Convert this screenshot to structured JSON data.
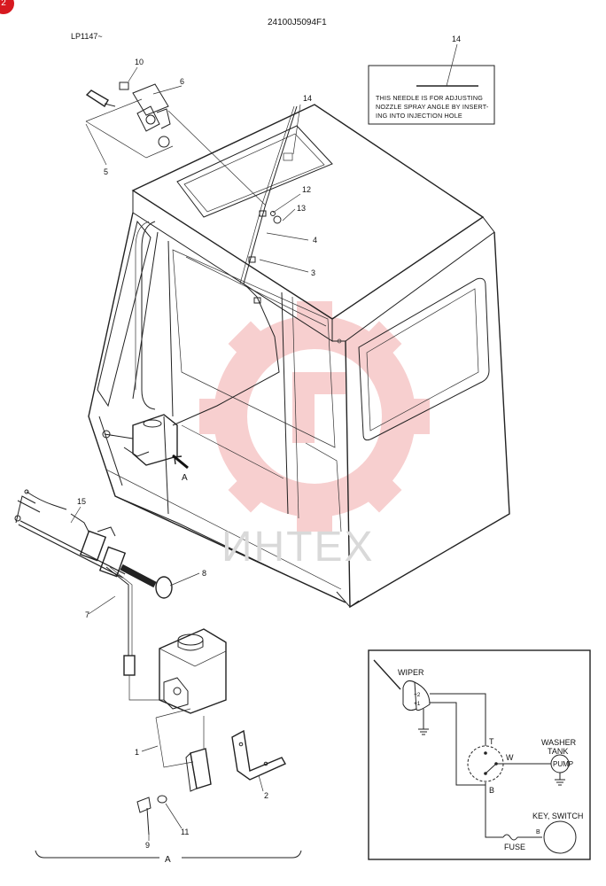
{
  "header": {
    "drawing_number": "24100J5094F1",
    "serial_range": "LP1147~"
  },
  "badge": "2",
  "watermark": "ИНТЕХ",
  "note_box": {
    "lines": [
      "THIS NEEDLE IS FOR ADJUSTING",
      "NOZZLE SPRAY ANGLE BY INSERT-",
      "ING INTO INJECTION HOLE"
    ]
  },
  "callouts": {
    "c1": "1",
    "c2": "2",
    "c3": "3",
    "c4": "4",
    "c5": "5",
    "c6": "6",
    "c7": "7",
    "c8": "8",
    "c9": "9",
    "c10": "10",
    "c11": "11",
    "c12": "12",
    "c13": "13",
    "c14a": "14",
    "c14b": "14",
    "c15": "15"
  },
  "view_labels": {
    "arrow": "A",
    "bottom": "A"
  },
  "schematic": {
    "wiper": "WIPER",
    "t": "T",
    "w": "W",
    "b": "B",
    "b2": "B",
    "plus2": "+2",
    "plus1": "+1",
    "washer": "WASHER",
    "tank": "TANK",
    "pump": "PUMP",
    "key_switch": "KEY, SWITCH",
    "fuse": "FUSE"
  },
  "colors": {
    "line": "#222222",
    "watermark": "#f2a8a8",
    "badge": "#d71920"
  }
}
